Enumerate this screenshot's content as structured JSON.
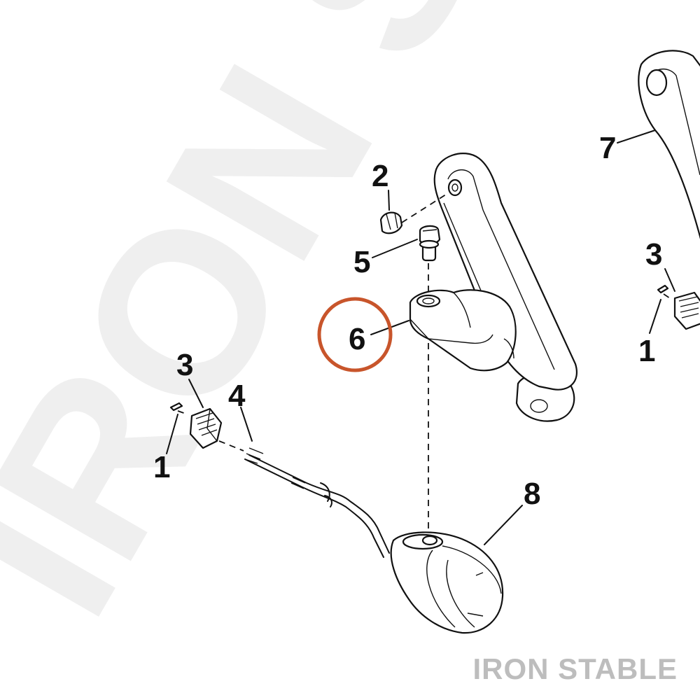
{
  "watermark": {
    "text": "IRON STABLE",
    "color": "#efefef"
  },
  "brand": {
    "text": "IRON STABLE",
    "color": "#bdbdbd"
  },
  "highlight": {
    "color": "#c8552b",
    "target": "6"
  },
  "callouts": {
    "c1_left": "1",
    "c1_right": "1",
    "c2": "2",
    "c3_left": "3",
    "c3_right": "3",
    "c4": "4",
    "c5": "5",
    "c6": "6",
    "c7": "7",
    "c8": "8"
  }
}
